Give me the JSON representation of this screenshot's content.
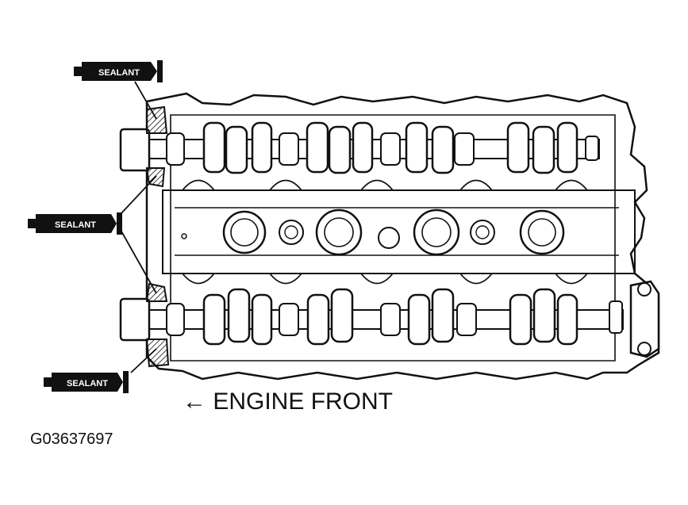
{
  "labels": {
    "sealant_top": "SEALANT",
    "sealant_middle": "SEALANT",
    "sealant_bottom": "SEALANT",
    "engine_front": "← ENGINE FRONT",
    "figure_code": "G03637697"
  },
  "colors": {
    "line": "#111111",
    "fill": "#ffffff",
    "tag": "#111111",
    "hatch": "#111111"
  }
}
